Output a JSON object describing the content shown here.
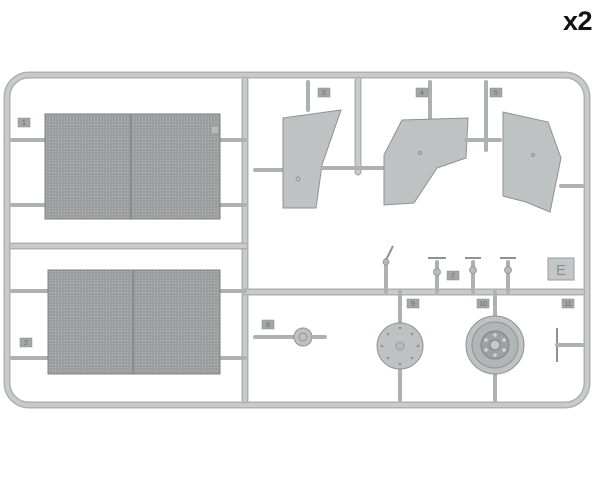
{
  "quantity_label": "x2",
  "sprue_letter": "E",
  "part_numbers": [
    "1",
    "2",
    "3",
    "4",
    "5",
    "6",
    "7",
    "8",
    "9",
    "10",
    "11"
  ],
  "colors": {
    "plastic": "#bfc2c2",
    "runner": "#aeb1b1",
    "panel_texture": "#9c9fa0",
    "label": "#111111"
  }
}
